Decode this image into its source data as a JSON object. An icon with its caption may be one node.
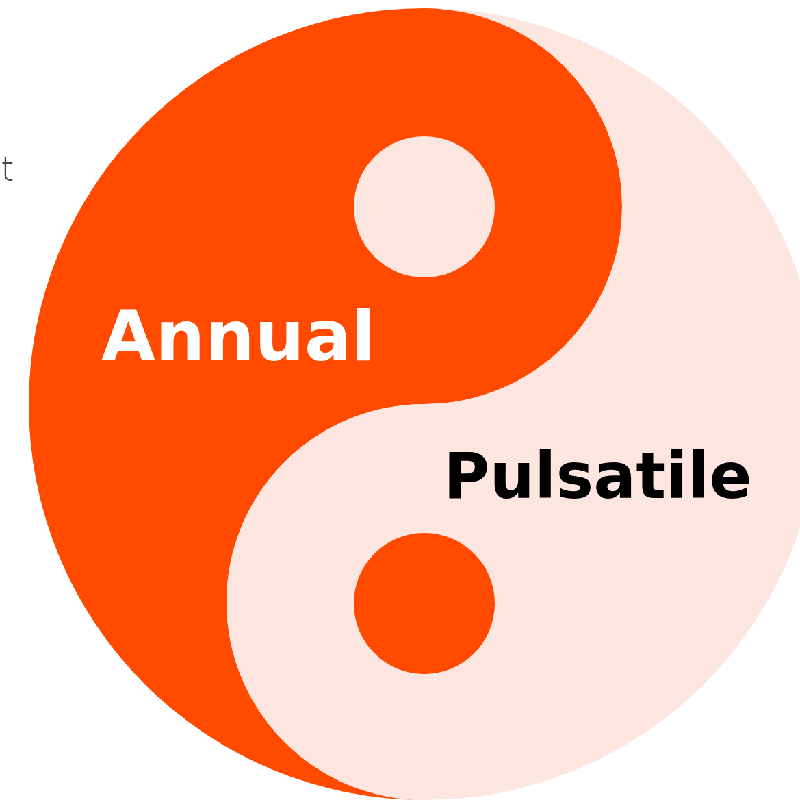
{
  "diagram": {
    "nodes": [
      {
        "text": [
          "Annual"
        ]
      },
      {
        "text": [
          "Pulsatile"
        ]
      },
      {
        "text": [],
        "shape": "circle",
        "in": 0
      },
      {
        "text": [],
        "shape": "circle",
        "in": 1
      }
    ],
    "labels": [
      "t"
    ]
  }
}
